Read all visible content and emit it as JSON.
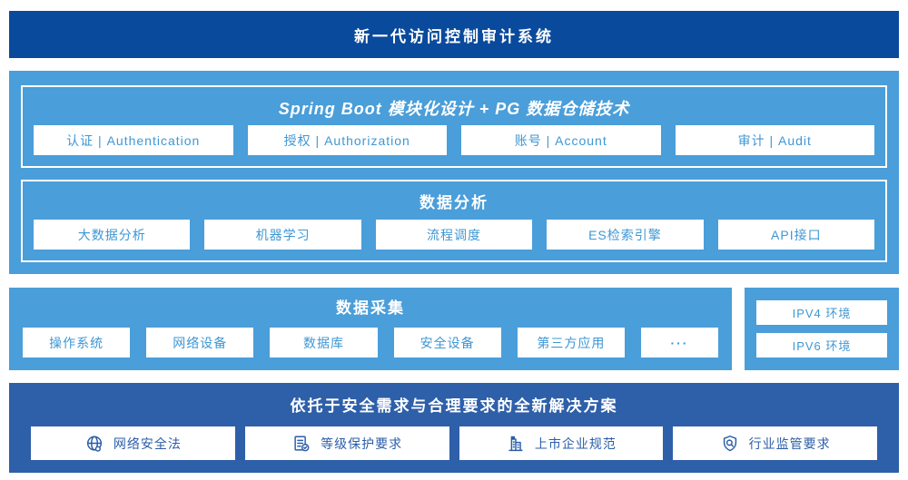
{
  "banner": {
    "title": "新一代访问控制审计系统"
  },
  "platform": {
    "modules": {
      "title": "Spring Boot 模块化设计 + PG 数据仓储技术",
      "items": [
        "认证 | Authentication",
        "授权 | Authorization",
        "账号 | Account",
        "审计 | Audit"
      ]
    },
    "analysis": {
      "title": "数据分析",
      "items": [
        "大数据分析",
        "机器学习",
        "流程调度",
        "ES检索引擎",
        "API接口"
      ]
    }
  },
  "collection": {
    "title": "数据采集",
    "items": [
      "操作系统",
      "网络设备",
      "数据库",
      "安全设备",
      "第三方应用"
    ],
    "more": "···"
  },
  "environment": {
    "items": [
      "IPV4 环境",
      "IPV6 环境"
    ]
  },
  "solution": {
    "title": "依托于安全需求与合理要求的全新解决方案",
    "items": [
      {
        "icon": "globe-icon",
        "label": "网络安全法"
      },
      {
        "icon": "document-check-icon",
        "label": "等级保护要求"
      },
      {
        "icon": "building-icon",
        "label": "上市企业规范"
      },
      {
        "icon": "shield-search-icon",
        "label": "行业监管要求"
      }
    ]
  },
  "colors": {
    "banner_bg": "#0a4a9c",
    "platform_bg": "#4a9ed9",
    "solution_bg": "#2e5fa9",
    "light_box_text": "#3e97d4",
    "solution_box_text": "#2b5da8",
    "box_bg": "#ffffff"
  }
}
